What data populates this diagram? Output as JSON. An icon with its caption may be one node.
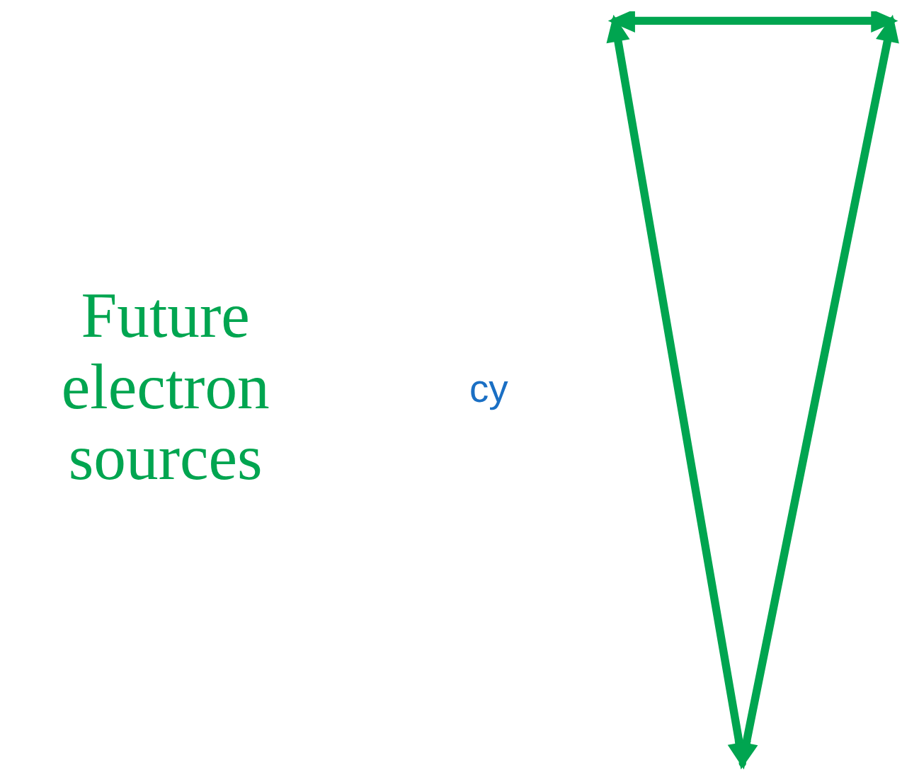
{
  "diagram": {
    "nodes": [
      {
        "text": [],
        "shape": "point"
      },
      {
        "text": [],
        "shape": "point"
      },
      {
        "text": [],
        "shape": "point"
      }
    ],
    "edges": [
      {
        "from": 0,
        "to": 1,
        "arrow": "both"
      },
      {
        "from": 1,
        "to": 2,
        "arrow": "both"
      },
      {
        "from": 2,
        "to": 0,
        "arrow": "both"
      }
    ],
    "labels": [
      "Future electron sources",
      "cy"
    ]
  }
}
